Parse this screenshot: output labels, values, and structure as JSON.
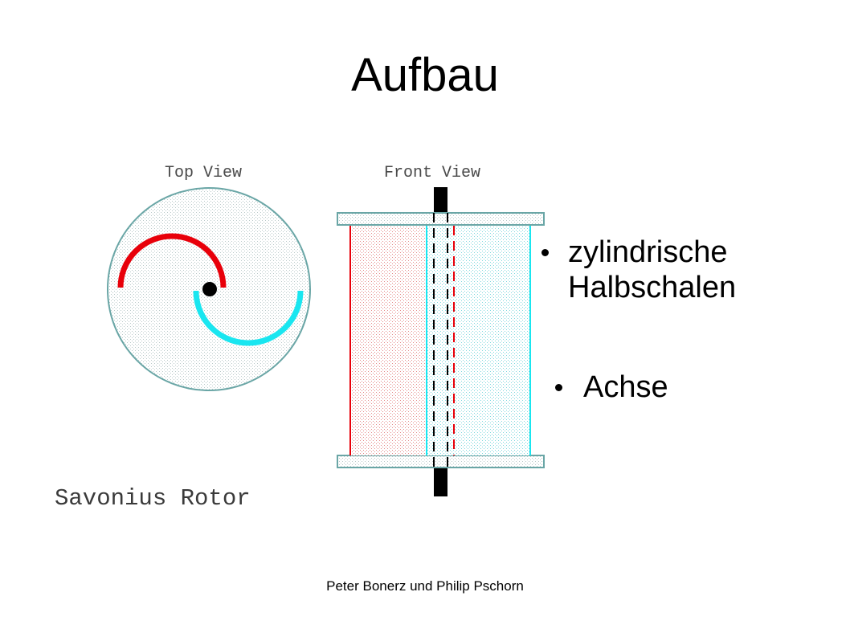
{
  "slide": {
    "title": "Aufbau",
    "footer": "Peter Bonerz und Philip Pschorn"
  },
  "diagram": {
    "top_view_label": "Top View",
    "front_view_label": "Front View",
    "caption": "Savonius Rotor",
    "colors": {
      "outline": "#6aa6a6",
      "red_half_shell": "#e8000a",
      "cyan_half_shell": "#19e6f0",
      "axle": "#000000",
      "dot_fill": "#c4d4d4"
    }
  },
  "bullets": [
    {
      "text": "zylindrische\nHalbschalen"
    },
    {
      "text": "Achse"
    }
  ]
}
